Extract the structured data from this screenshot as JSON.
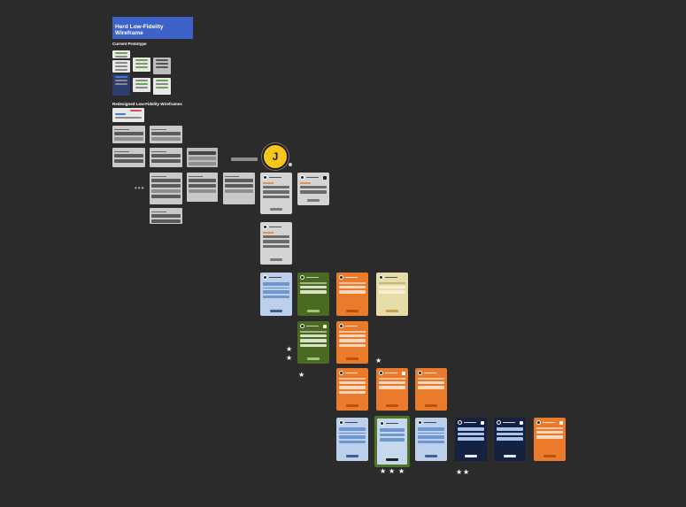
{
  "canvas": {
    "title": "Herd Low-Fidelity Wireframe",
    "section_current": "Current Prototype",
    "section_redesigned": "Redesigned Low-Fidelity Wireframes",
    "avatar_initial": "J",
    "ellipsis": "•••",
    "star": "★"
  },
  "colors": {
    "background": "#2b2b2b",
    "title_banner": "#3e63c8",
    "grey_card": "#d4d4d4",
    "blue_card": "#bcd0ec",
    "green_card": "#4a6a22",
    "orange_card": "#ec7a2b",
    "sand_card": "#e6dca8",
    "navy_card": "#142140",
    "avatar": "#f6c61c"
  },
  "icons": [
    "avatar-icon",
    "edit-icon",
    "star-icon"
  ]
}
